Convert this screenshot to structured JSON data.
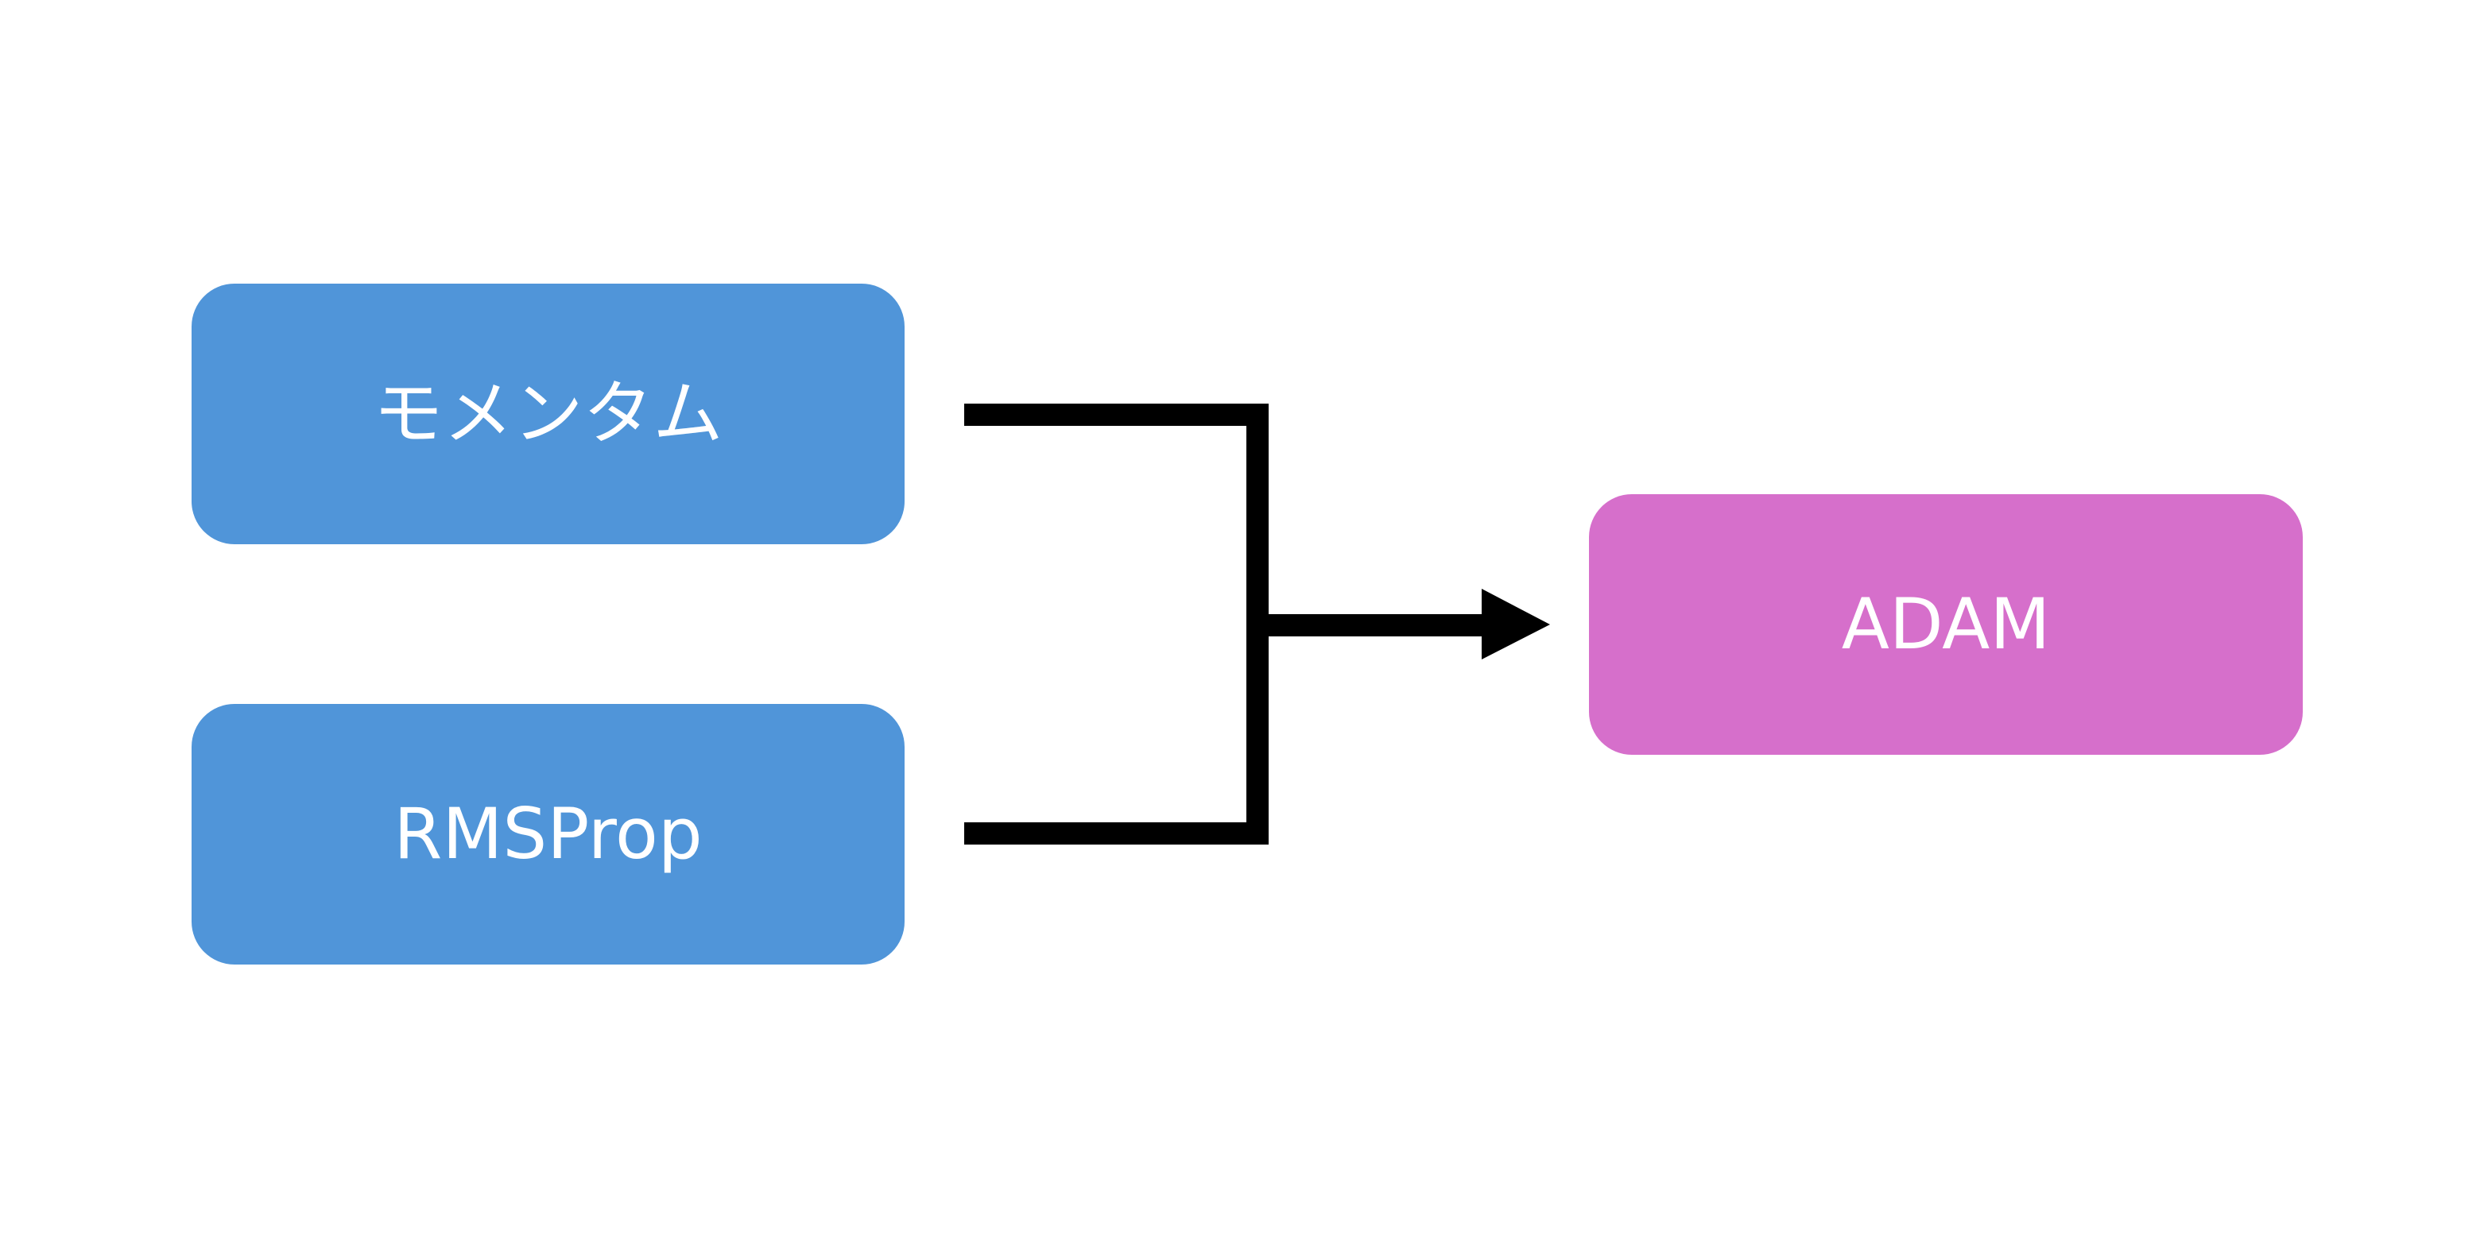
{
  "nodes": {
    "momentum": {
      "label": "モメンタム",
      "color": "#5095d9"
    },
    "rmsprop": {
      "label": "RMSProp",
      "color": "#5095d9"
    },
    "adam": {
      "label": "ADAM",
      "color": "#d66fcb"
    }
  },
  "edges": [
    {
      "from": "momentum",
      "to": "adam"
    },
    {
      "from": "rmsprop",
      "to": "adam"
    }
  ],
  "connector_color": "#000000"
}
